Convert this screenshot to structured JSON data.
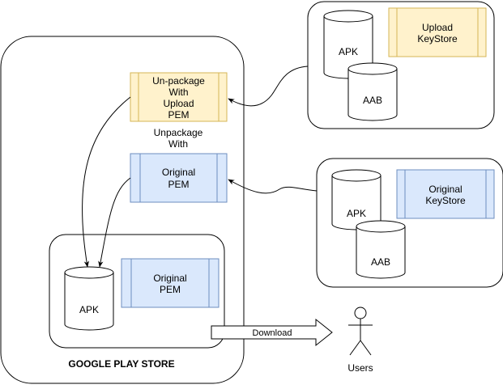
{
  "colors": {
    "line": "#000000",
    "yellow_fill": "#fff2cc",
    "yellow_stroke": "#d6b656",
    "blue_fill": "#dae8fc",
    "blue_stroke": "#6c8ebf",
    "background": "#ffffff"
  },
  "play_store": {
    "title": "GOOGLE PLAY STORE",
    "unpackage_box": [
      "Un-package",
      "With",
      "Upload",
      "PEM"
    ],
    "unpackage_with_label": [
      "Unpackage",
      "With"
    ],
    "original_pem_top": [
      "Original",
      "PEM"
    ],
    "inner": {
      "apk_label": "APK",
      "original_pem": [
        "Original",
        "PEM"
      ]
    }
  },
  "upload_group": {
    "apk_label": "APK",
    "aab_label": "AAB",
    "keystore": [
      "Upload",
      "KeyStore"
    ]
  },
  "original_group": {
    "apk_label": "APK",
    "aab_label": "AAB",
    "keystore": [
      "Original",
      "KeyStore"
    ]
  },
  "download": {
    "label": "Download"
  },
  "users": {
    "label": "Users",
    "icon": "person-icon"
  }
}
